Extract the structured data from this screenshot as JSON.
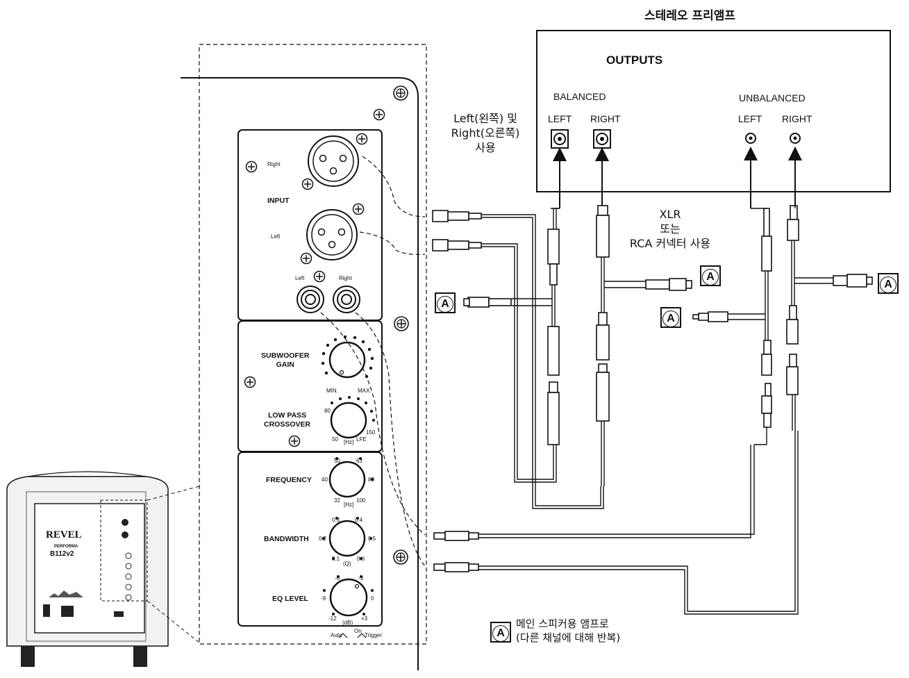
{
  "preamp_title": "스테레오 프리앰프",
  "outputs_label": "OUTPUTS",
  "balanced_label": "BALANCED",
  "unbalanced_label": "UNBALANCED",
  "balanced_left": "LEFT",
  "balanced_right": "RIGHT",
  "unbalanced_left": "LEFT",
  "unbalanced_right": "RIGHT",
  "note_lr_1": "Left(왼쪽) 및",
  "note_lr_2": "Right(오른쪽)",
  "note_lr_3": "사용",
  "note_xlr_1": "XLR",
  "note_xlr_2": "또는",
  "note_xlr_3": "RCA 커넥터 사용",
  "marker_letter": "A",
  "legend_line1": "메인 스피커용 앰프로",
  "legend_line2": "(다른 채널에 대해 반복)",
  "panel": {
    "input_label": "INPUT",
    "xlr_right": "Right",
    "xlr_left": "Left",
    "rca_left": "Left",
    "rca_right": "Right",
    "sub_gain_1": "SUBWOOFER",
    "sub_gain_2": "GAIN",
    "gain_min": "MIN.",
    "gain_max": "MAX.",
    "lowpass_1": "LOW PASS",
    "lowpass_2": "CROSSOVER",
    "lp_80": "80",
    "lp_50": "50",
    "lp_150": "150",
    "lp_hz": "[Hz]",
    "lp_lfe": "LFE",
    "frequency": "FREQUENCY",
    "f_50": "50",
    "f_63": "63",
    "f_40": "40",
    "f_80": "80",
    "f_32": "32",
    "f_100": "100",
    "f_hz": "[Hz]",
    "bandwidth": "BANDWIDTH",
    "b_03": "0.3",
    "b_04": "0.4",
    "b_02": "0.2",
    "b_05": "0.5",
    "b_01": "0.1",
    "b_06": "0.6",
    "b_q": "(Q)",
    "eq_level": "EQ LEVEL",
    "e_m6": "-6",
    "e_m3": "-3",
    "e_m9": "-9",
    "e_0": "0",
    "e_m12": "-12",
    "e_p3": "+3",
    "e_db": "(dB)",
    "trig_auto": "Auto",
    "trig_on": "On",
    "trig_trigger": "Trigger"
  },
  "sub": {
    "brand": "REVEL",
    "series": "PERFORMA",
    "model": "B112v2"
  }
}
